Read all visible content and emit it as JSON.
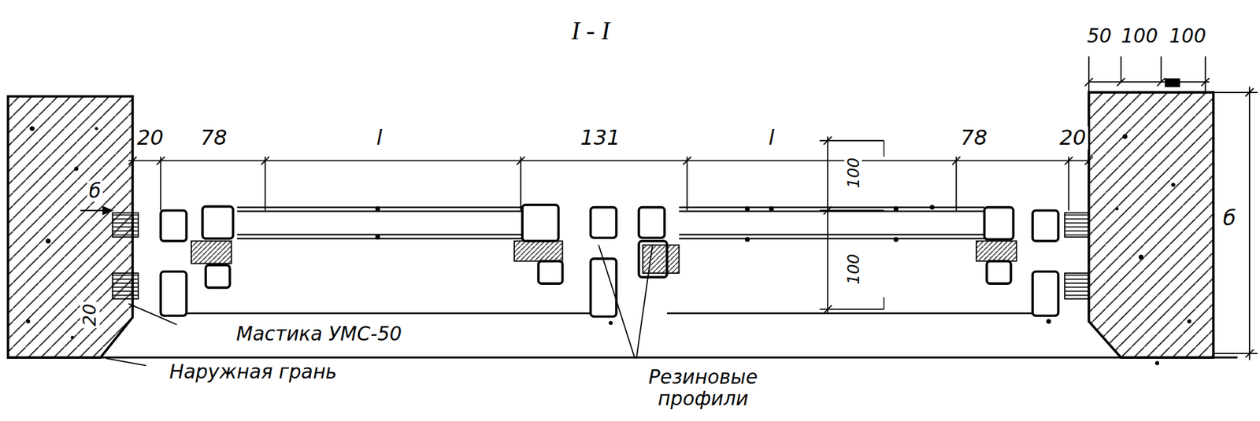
{
  "diagram": {
    "title": "I - I",
    "labels": [
      "50",
      "100",
      "100",
      "20",
      "78",
      "l",
      "131",
      "l",
      "78",
      "20",
      "б",
      "20",
      "100",
      "100",
      "б",
      "Мастика УМС-50",
      "Наружная грань",
      "Резиновые профили"
    ]
  }
}
